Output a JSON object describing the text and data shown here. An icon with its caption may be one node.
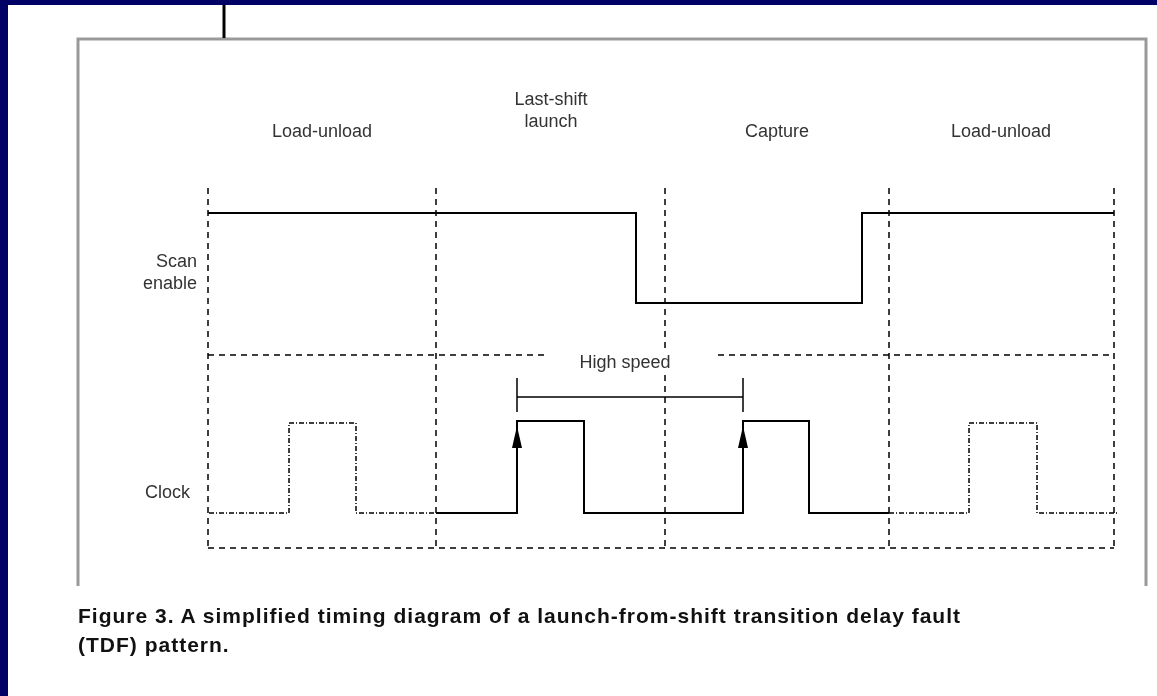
{
  "diagram": {
    "caption": "Figure 3. A simplified timing diagram of a launch-from-shift transition delay fault (TDF) pattern.",
    "labels": [
      "Load-unload",
      "Last-shift launch",
      "Capture",
      "Load-unload",
      "Scan enable",
      "High speed",
      "Clock"
    ]
  }
}
